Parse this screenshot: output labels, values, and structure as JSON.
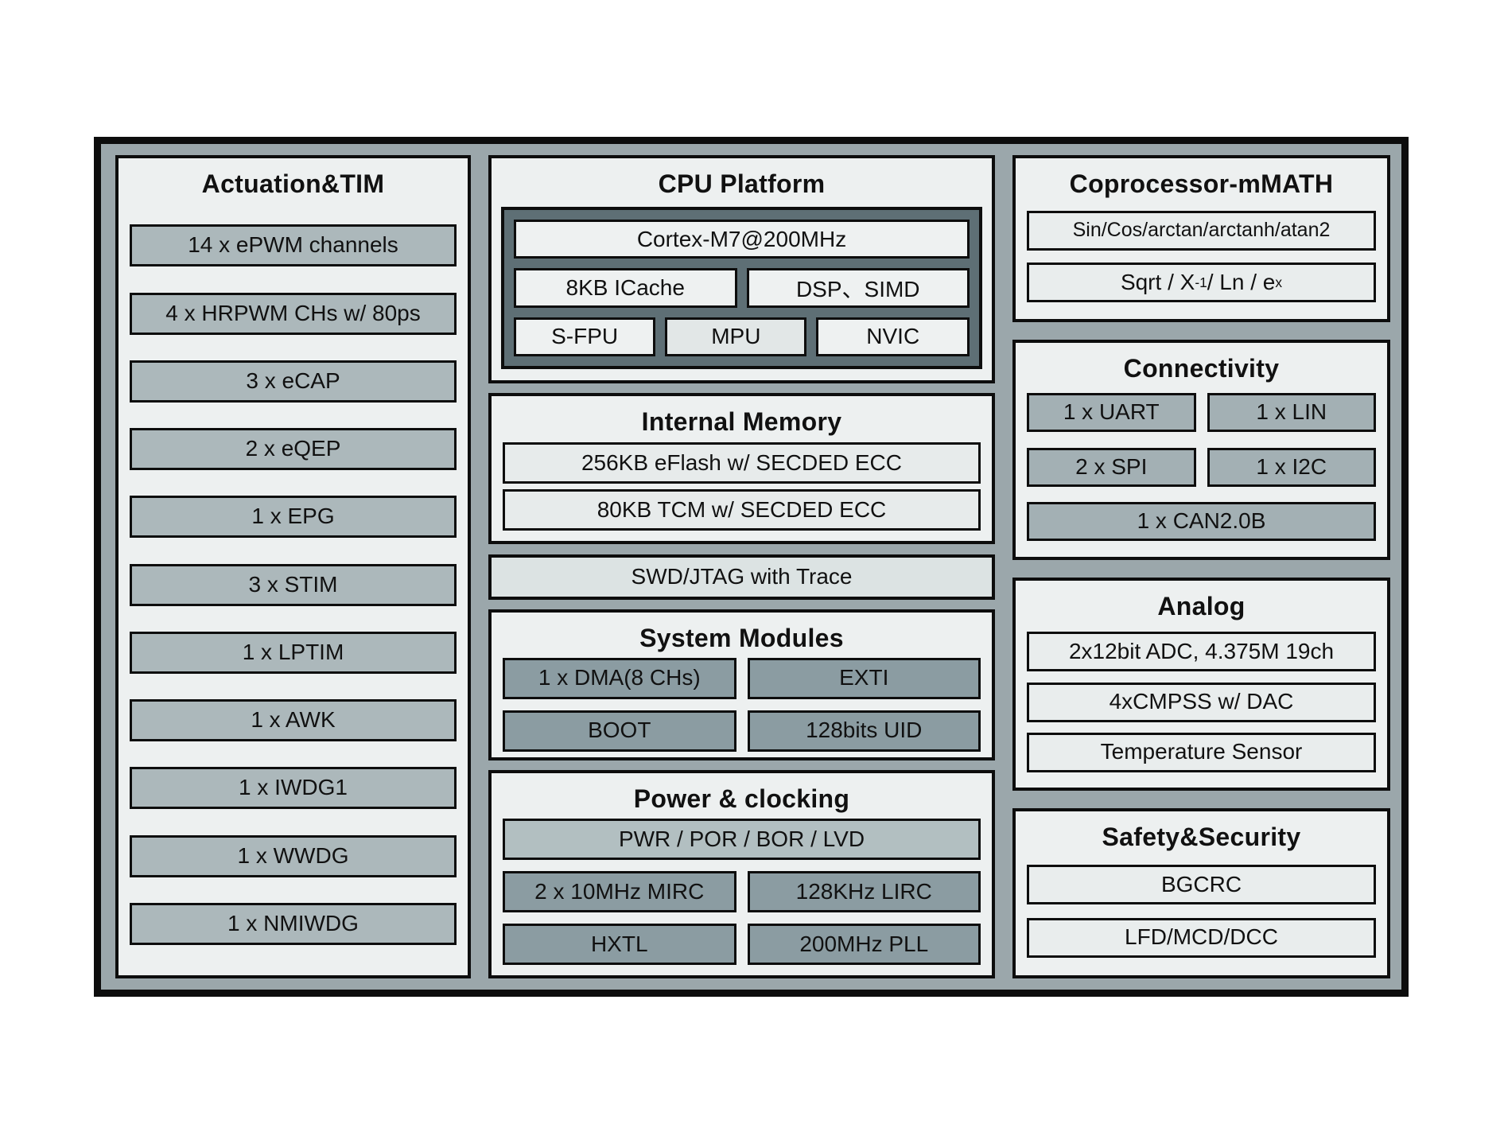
{
  "left": {
    "title": "Actuation&TIM",
    "items": [
      "14 x ePWM channels",
      "4 x HRPWM CHs w/ 80ps",
      "3 x eCAP",
      "2 x eQEP",
      "1 x EPG",
      "3 x STIM",
      "1 x LPTIM",
      "1 x AWK",
      "1 x IWDG1",
      "1 x WWDG",
      "1 x NMIWDG"
    ]
  },
  "cpu": {
    "title": "CPU Platform",
    "core": "Cortex-M7@200MHz",
    "row2": [
      "8KB ICache",
      "DSP、SIMD"
    ],
    "row3": [
      "S-FPU",
      "MPU",
      "NVIC"
    ]
  },
  "memory": {
    "title": "Internal Memory",
    "items": [
      "256KB eFlash w/ SECDED ECC",
      "80KB TCM w/ SECDED ECC"
    ]
  },
  "debug": {
    "label": "SWD/JTAG with Trace"
  },
  "system": {
    "title": "System Modules",
    "items": [
      "1 x DMA(8 CHs)",
      "EXTI",
      "BOOT",
      "128bits UID"
    ]
  },
  "power": {
    "title": "Power & clocking",
    "rail": "PWR / POR / BOR / LVD",
    "items": [
      "2 x 10MHz MIRC",
      "128KHz LIRC",
      "HXTL",
      "200MHz PLL"
    ]
  },
  "coprocessor": {
    "title": "Coprocessor-mMATH",
    "trig": "Sin/Cos/arctan/arctanh/atan2",
    "alg": {
      "base1": "Sqrt / X",
      "sup1": "-1",
      "base2": " / Ln / e",
      "sup2": "x"
    }
  },
  "connectivity": {
    "title": "Connectivity",
    "items": [
      "1 x UART",
      "1 x LIN",
      "2 x SPI",
      "1 x I2C"
    ],
    "can": "1 x CAN2.0B"
  },
  "analog": {
    "title": "Analog",
    "items": [
      "2x12bit ADC, 4.375M 19ch",
      "4xCMPSS w/ DAC",
      "Temperature Sensor"
    ]
  },
  "safety": {
    "title": "Safety&Security",
    "items": [
      "BGCRC",
      "LFD/MCD/DCC"
    ]
  },
  "colors": {
    "frame_fill": "#9ba7ab",
    "panel_fill": "#edf0f0",
    "border": "#0d0d0d",
    "block_gray": "#acb8bb",
    "block_dark": "#8b9ca2",
    "block_mid": "#a3b0b4",
    "block_light": "#e9eded",
    "block_mem": "#e7ebeb",
    "power_rail": "#b2bfc1",
    "cpu_well": "#5e6f75",
    "cpu_box": "#eef1f1",
    "swd_fill": "#dce3e3"
  }
}
